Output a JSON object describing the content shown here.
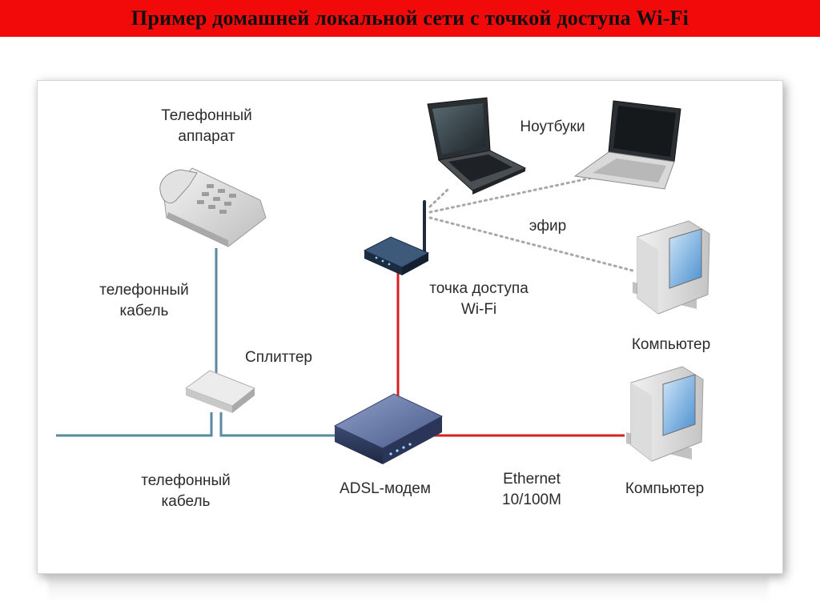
{
  "title": "Пример домашней локальной сети с точкой доступа Wi-Fi",
  "colors": {
    "title_bar": "#f20a0a",
    "phone_line": "#5a8aa0",
    "ethernet_line": "#d42020",
    "wifi_dots": "#a8a8a8"
  },
  "labels": {
    "phone": [
      "Телефонный",
      "аппарат"
    ],
    "phone_cable_top": [
      "телефонный",
      "кабель"
    ],
    "splitter": "Сплиттер",
    "phone_cable_bottom": [
      "телефонный",
      "кабель"
    ],
    "adsl_modem": "ADSL-модем",
    "ethernet": [
      "Ethernet",
      "10/100M"
    ],
    "access_point": [
      "точка доступа",
      "Wi-Fi"
    ],
    "air": "эфир",
    "laptops": "Ноутбуки",
    "computer_top": "Компьютер",
    "computer_bottom": "Компьютер"
  },
  "icons": {
    "phone": "telephone-icon",
    "splitter": "splitter-icon",
    "modem": "adsl-modem-icon",
    "access_point": "wifi-router-icon",
    "laptop": "laptop-icon",
    "computer": "desktop-computer-icon"
  }
}
